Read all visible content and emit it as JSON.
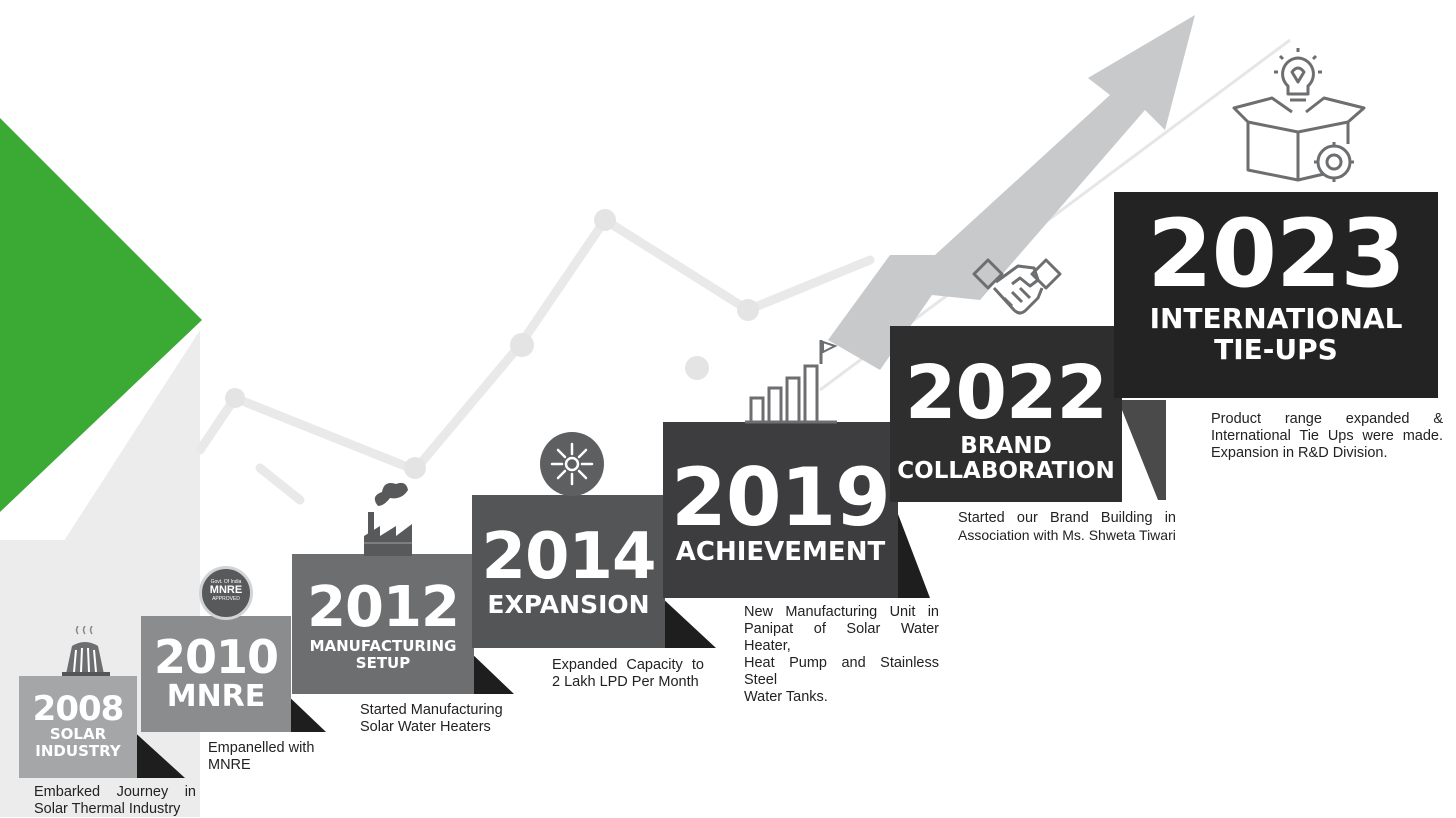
{
  "colors": {
    "accent_green": "#3aaa35",
    "arrow_gray": "#c8c9cb",
    "bg_gray": "#ececed"
  },
  "milestones": [
    {
      "year": "2008",
      "title_line1": "SOLAR",
      "title_line2": "INDUSTRY",
      "desc_line1": "Embarked Journey in",
      "desc_line2": "Solar Thermal Industry",
      "icon": "water-heater-icon",
      "color": "#a5a6a8"
    },
    {
      "year": "2010",
      "title_line1": "MNRE",
      "desc_line1": "Empanelled with",
      "desc_line2": "MNRE",
      "icon": "mnre-seal-icon",
      "badge_line1": "Govt. Of India",
      "badge_line2": "MNRE",
      "badge_line3": "APPROVED",
      "color": "#8b8c8e"
    },
    {
      "year": "2012",
      "title_line1": "MANUFACTURING",
      "title_line2": "SETUP",
      "desc_line1": "Started Manufacturing",
      "desc_line2": "Solar Water Heaters",
      "icon": "factory-icon",
      "color": "#6d6e70"
    },
    {
      "year": "2014",
      "title_line1": "EXPANSION",
      "desc_line1": "Expanded Capacity to",
      "desc_line2": "2 Lakh LPD Per Month",
      "icon": "expansion-icon",
      "color": "#545557"
    },
    {
      "year": "2019",
      "title_line1": "ACHIEVEMENT",
      "desc_line1": "New Manufacturing Unit in",
      "desc_line2": "Panipat of Solar Water Heater,",
      "desc_line3": "Heat Pump and Stainless Steel",
      "desc_line4": "Water Tanks.",
      "icon": "growth-bars-icon",
      "color": "#3d3d3f"
    },
    {
      "year": "2022",
      "title_line1": "BRAND",
      "title_line2": "COLLABORATION",
      "desc_line1": "Started our Brand Building in",
      "desc_line2": "Association with Ms. Shweta Tiwari",
      "icon": "handshake-icon",
      "color": "#2e2e2f"
    },
    {
      "year": "2023",
      "title_line1": "INTERNATIONAL",
      "title_line2": "TIE-UPS",
      "desc_line1": "Product range expanded &",
      "desc_line2": "International Tie Ups were made.",
      "desc_line3": "Expansion in R&D Division.",
      "icon": "innovation-box-icon",
      "color": "#232323"
    }
  ]
}
